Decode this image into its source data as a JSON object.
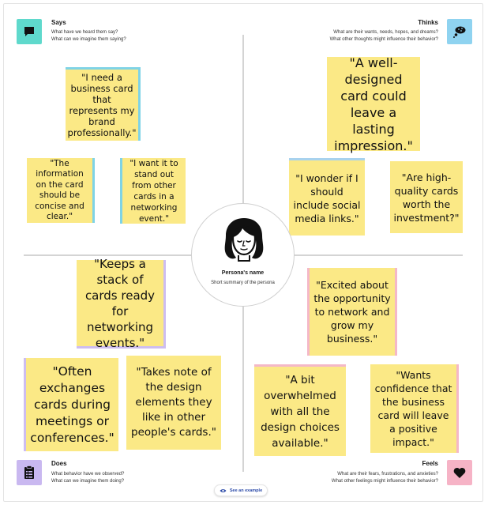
{
  "quadrants": {
    "says": {
      "title": "Says",
      "line1": "What have we heard them say?",
      "line2": "What can we imagine them saying?",
      "icon": "speech-bubble-icon",
      "color": "#5fd9cc"
    },
    "thinks": {
      "title": "Thinks",
      "line1": "What are their wants, needs, hopes, and dreams?",
      "line2": "What other thoughts might influence their behavior?",
      "icon": "thought-bubble-icon",
      "color": "#8fd3f0"
    },
    "does": {
      "title": "Does",
      "line1": "What behavior have we observed?",
      "line2": "What can we imagine them doing?",
      "icon": "clipboard-icon",
      "color": "#c9b8f0"
    },
    "feels": {
      "title": "Feels",
      "line1": "What are their fears, frustrations, and anxieties?",
      "line2": "What other feelings might influence their behavior?",
      "icon": "heart-icon",
      "color": "#f6b3c6"
    }
  },
  "notes": {
    "says_1": "\"I need a business card that represents my brand professionally.\"",
    "says_2": "\"The information on the card should be concise and clear.\"",
    "says_3": "\"I want it to stand out from other cards in a networking event.\"",
    "thinks_1": "\"A well-designed card could leave a lasting impression.\"",
    "thinks_2": "\"I wonder if I should include social media links.\"",
    "thinks_3": "\"Are high-quality cards worth the investment?\"",
    "does_1": "\"Keeps a stack of cards ready for networking events.\"",
    "does_2": "\"Often exchanges cards during meetings or conferences.\"",
    "does_3": "\"Takes note of the design elements they like in other people's cards.\"",
    "feels_1": "\"Excited about the opportunity to network and grow my business.\"",
    "feels_2": "\"A bit overwhelmed with all the design choices available.\"",
    "feels_3": "\"Wants confidence that the business card will leave a positive impact.\""
  },
  "persona": {
    "name": "Persona's name",
    "summary": "Short summary of the persona",
    "icon": "persona-avatar-icon"
  },
  "footer": {
    "see_example": "See an example",
    "icon": "eye-icon"
  },
  "colors": {
    "sticky": "#fbe986",
    "axis": "#d4d4d4"
  }
}
